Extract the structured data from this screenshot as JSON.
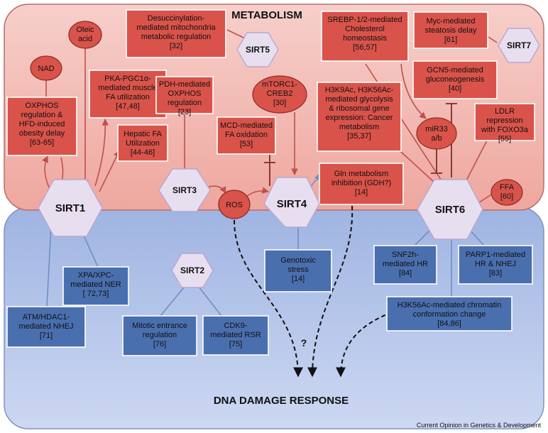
{
  "metabolism_title": "METABOLISM",
  "dna_title": "DNA DAMAGE RESPONSE",
  "credit": "Current Opinion in Genetics & Development",
  "question_mark": "?",
  "sirtuins": {
    "sirt1": "SIRT1",
    "sirt2": "SIRT2",
    "sirt3": "SIRT3",
    "sirt4": "SIRT4",
    "sirt5": "SIRT5",
    "sirt6": "SIRT6",
    "sirt7": "SIRT7"
  },
  "factors": {
    "nad": [
      "NAD"
    ],
    "oleic": [
      "Oleic",
      "acid"
    ],
    "mtorc1": [
      "mTORC1-",
      "CREB2",
      "[30]"
    ],
    "ros": [
      "ROS"
    ],
    "mir33": [
      "miR33",
      "a/b"
    ],
    "ffa": [
      "FFA",
      "[60]"
    ]
  },
  "metabolism_boxes": {
    "oxphos_hfd": [
      "OXPHOS",
      "regulation &",
      "HFD-induced",
      "obesity delay",
      "[63-65]"
    ],
    "pka_pgc1a": [
      "PKA-PGC1α-",
      "mediated muscle",
      "FA utilization",
      "[47,48]"
    ],
    "hepatic_fa": [
      "Hepatic FA",
      "Utilization",
      "[44-46]"
    ],
    "desuccinylation": [
      "Desuccinylation-",
      "mediated mitochondria",
      "metabolic regulation",
      "[32]"
    ],
    "pdh": [
      "PDH-mediated",
      "OXPHOS",
      "regulation",
      "[23]"
    ],
    "mcd": [
      "MCD-mediated",
      "FA oxidation",
      "[53]"
    ],
    "srebp": [
      "SREBP-1/2-mediated",
      "Cholesterol",
      "homeostasis",
      "[56,57]"
    ],
    "myc": [
      "Myc-mediated",
      "steatosis delay",
      "[61]"
    ],
    "gcn5": [
      "GCN5-mediated",
      "gluconeogenesis",
      "[40]"
    ],
    "h3k9ac": [
      "H3K9Ac, H3K56Ac-",
      "mediated glycolysis",
      "& ribosomal gene",
      "expression: Cancer",
      "metabolism",
      "[35,37]"
    ],
    "ldlr": [
      "LDLR",
      "repression",
      "with FOXO3a",
      "[55]"
    ],
    "gln": [
      "Gln metabolism",
      "inhibition (GDH?)",
      "[14]"
    ]
  },
  "dna_boxes": {
    "xpa": [
      "XPA/XPC-",
      "mediated NER",
      "[ 72,73]"
    ],
    "atm": [
      "ATM/HDAC1-",
      "mediated NHEJ",
      "[71]"
    ],
    "mitotic": [
      "Mitotic entrance",
      "regulation",
      "[76]"
    ],
    "cdk9": [
      "CDK9-",
      "mediated RSR",
      "[75]"
    ],
    "genotoxic": [
      "Genotoxic",
      "stress",
      "[14]"
    ],
    "snf2h": [
      "SNF2h-",
      "mediated HR",
      "[84]"
    ],
    "parp1": [
      "PARP1-mediated",
      "HR & NHEJ",
      "[83]"
    ],
    "h3k56": [
      "H3K56Ac-mediated chromatin",
      "conformation change",
      "[84,86]"
    ]
  },
  "colors": {
    "metabolism_fill": "#f2b8b2",
    "dna_fill": "#aebfe6",
    "red_box": "#d9534a",
    "blue_box": "#4a6faf",
    "sirtuin_hexagon": "#e7dff0"
  }
}
